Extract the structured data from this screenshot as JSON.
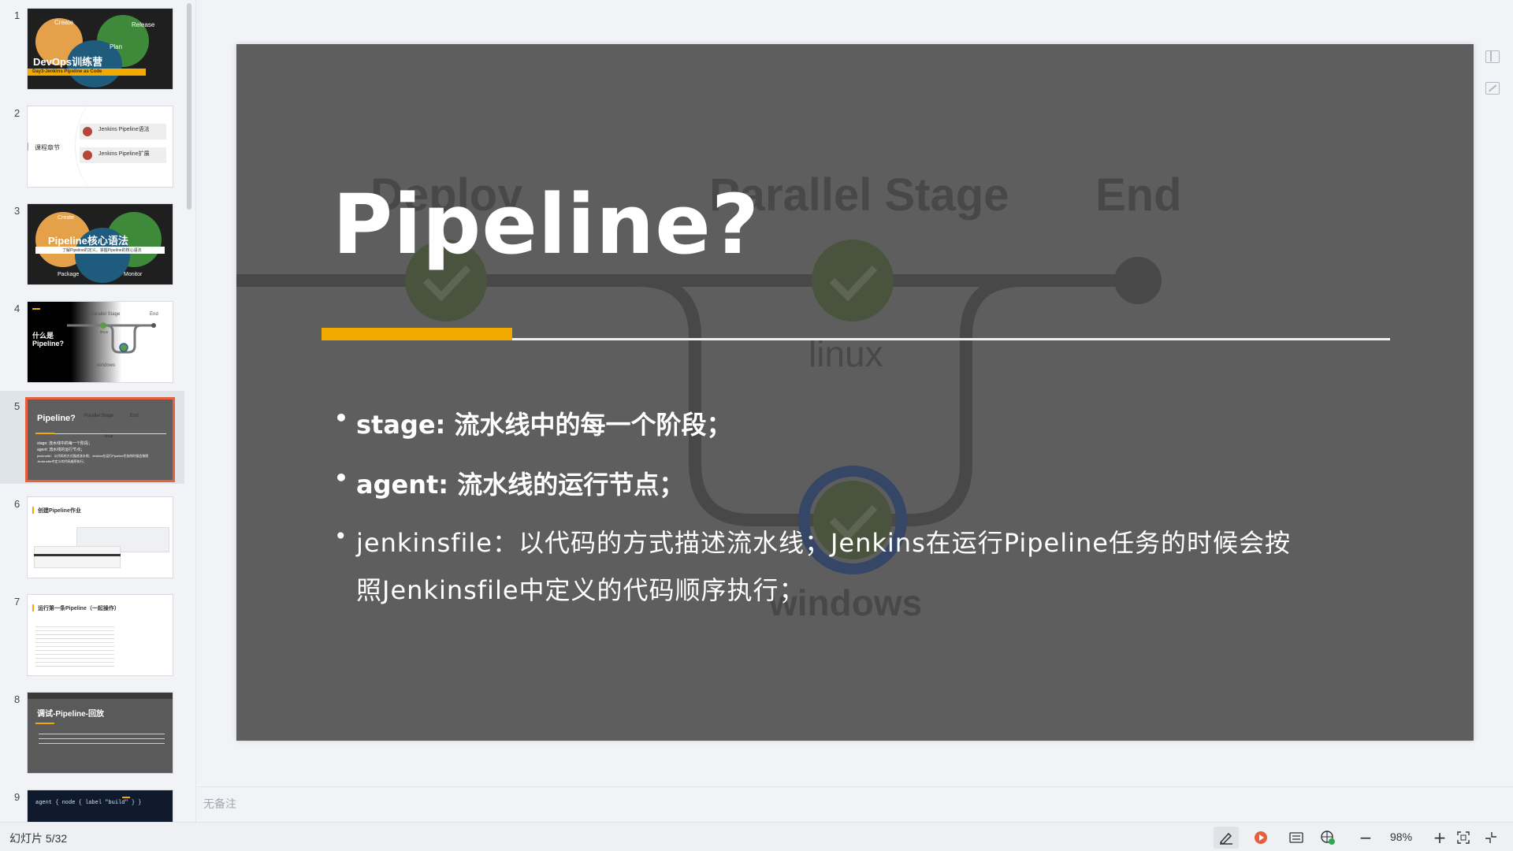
{
  "thumbnails": [
    {
      "number": "1",
      "title": "DevOps训练营",
      "subtitle": "Day3-Jenkins Pipeline as Code",
      "tags": [
        "Create",
        "Release",
        "Plan"
      ]
    },
    {
      "number": "2",
      "heading": "课程章节",
      "items": [
        "Jenkins Pipeline语法",
        "Jenkins Pipeline扩展"
      ]
    },
    {
      "number": "3",
      "title": "Pipeline核心语法",
      "subtitle": "了解Pipeline的定义，掌握Pipeline的核心语法",
      "tags": [
        "Create",
        "Package",
        "Monitor"
      ]
    },
    {
      "number": "4",
      "title_line1": "什么是",
      "title_line2": "Pipeline?",
      "labels": [
        "Parallel Stage",
        "End",
        "linux",
        "windows"
      ]
    },
    {
      "number": "5",
      "title": "Pipeline?",
      "labels": [
        "Parallel Stage",
        "End",
        "linux"
      ],
      "bullets": [
        "stage: 流水线中的每一个阶段；",
        "agent: 流水线的运行节点；",
        "jenkinsfile：以代码的方式描述流水线；Jenkins在运行Pipeline任务的时候会按照Jenkinsfile中定义的代码顺序执行；"
      ]
    },
    {
      "number": "6",
      "heading": "创建Pipeline作业"
    },
    {
      "number": "7",
      "heading": "运行第一条Pipeline（一起操作）"
    },
    {
      "number": "8",
      "title": "调试-Pipeline-回放"
    },
    {
      "number": "9",
      "code": "agent { node { label \"build\" } }"
    }
  ],
  "slide": {
    "title": "Pipeline?",
    "background_labels": {
      "deploy": "Deploy",
      "parallel": "Parallel Stage",
      "end": "End",
      "linux": "linux",
      "windows": "windows"
    },
    "bullets": [
      {
        "dot": "•",
        "text": "stage: 流水线中的每一个阶段；"
      },
      {
        "dot": "•",
        "text": "agent: 流水线的运行节点；"
      },
      {
        "dot": "•",
        "line1": "jenkinsfile：以代码的方式描述流水线；Jenkins在运行Pipeline任务的时候会按",
        "line2": "照Jenkinsfile中定义的代码顺序执行；"
      }
    ],
    "accent_color": "#f2a900"
  },
  "notes_placeholder": "无备注",
  "status": {
    "slide_count": "幻灯片 5/32",
    "zoom": "98%",
    "icons": [
      "annotate-icon",
      "play-icon",
      "keyboard-icon",
      "globe-check-icon",
      "zoom-out-icon",
      "zoom-in-icon",
      "fit-icon",
      "collapse-icon"
    ]
  }
}
